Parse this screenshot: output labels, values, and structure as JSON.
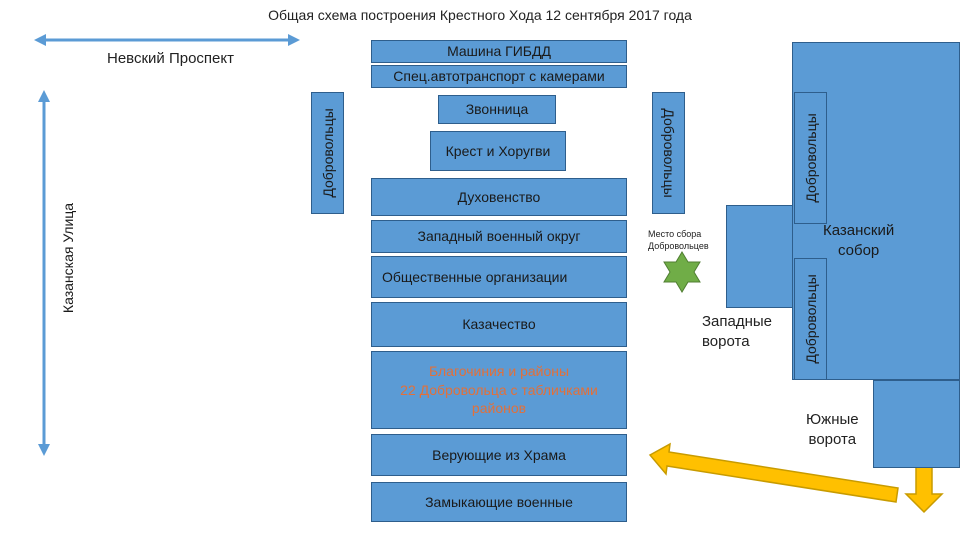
{
  "title": "Общая схема построения Крестного Хода 12 сентября 2017 года",
  "streets": {
    "nevsky": "Невский Проспект",
    "kazanskaya": "Казанская Улица"
  },
  "column": {
    "gibdd": "Машина ГИБДД",
    "spec": "Спец.автотранспорт с камерами",
    "zvonnitsa": "Звонница",
    "krest": "Крест и Хоругви",
    "dukhovenstvo": "Духовенство",
    "zvo": "Западный военный округ",
    "obshch": "Общественные организации",
    "kazachestvo": "Казачество",
    "blagochiniya": [
      "Благочиния и районы",
      "22 Добровольца с табличками",
      "районов"
    ],
    "veruyushchie": "Верующие из Храма",
    "zamykayushchie": "Замыкающие военные"
  },
  "volunteers": {
    "left": "Добровольцы",
    "right_column": "Добровольцы",
    "cathedral_top": "Добровольцы",
    "cathedral_bottom": "Добровольцы"
  },
  "meeting_point": [
    "Место сбора",
    "Добровольцев"
  ],
  "cathedral": [
    "Казанский",
    "собор"
  ],
  "west_gates": [
    "Западные",
    "ворота"
  ],
  "south_gates": [
    "Южные",
    "ворота"
  ],
  "colors": {
    "box_fill": "#5b9bd5",
    "box_border": "#2e5e8c",
    "star": "#70ad47",
    "arrow_fill": "#ffc000",
    "arrow_stroke": "#c89b00",
    "accent_text": "#e2703a"
  }
}
